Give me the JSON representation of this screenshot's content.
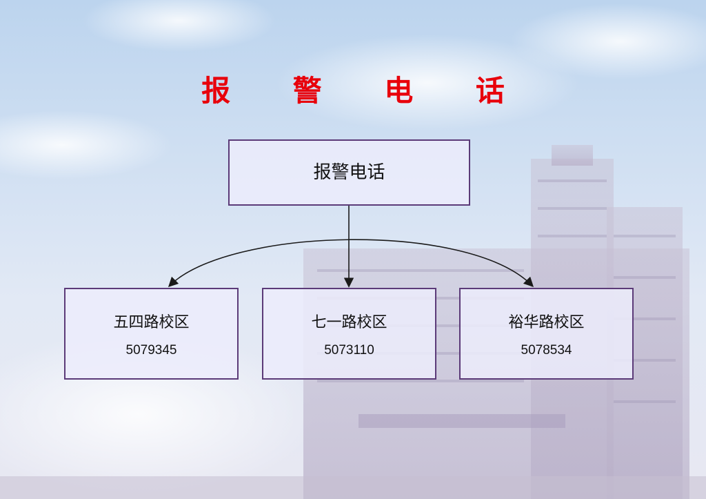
{
  "title": {
    "text": "报 警 电 话",
    "color": "#e8000b"
  },
  "chart": {
    "root": {
      "label": "报警电话"
    },
    "children": [
      {
        "name": "五四路校区",
        "phone": "5079345"
      },
      {
        "name": "七一路校区",
        "phone": "5073110"
      },
      {
        "name": "裕华路校区",
        "phone": "5078534"
      }
    ]
  },
  "colors": {
    "box_border": "#5b3a78",
    "box_fill": "#ececfc",
    "connector": "#1a1a1a"
  }
}
